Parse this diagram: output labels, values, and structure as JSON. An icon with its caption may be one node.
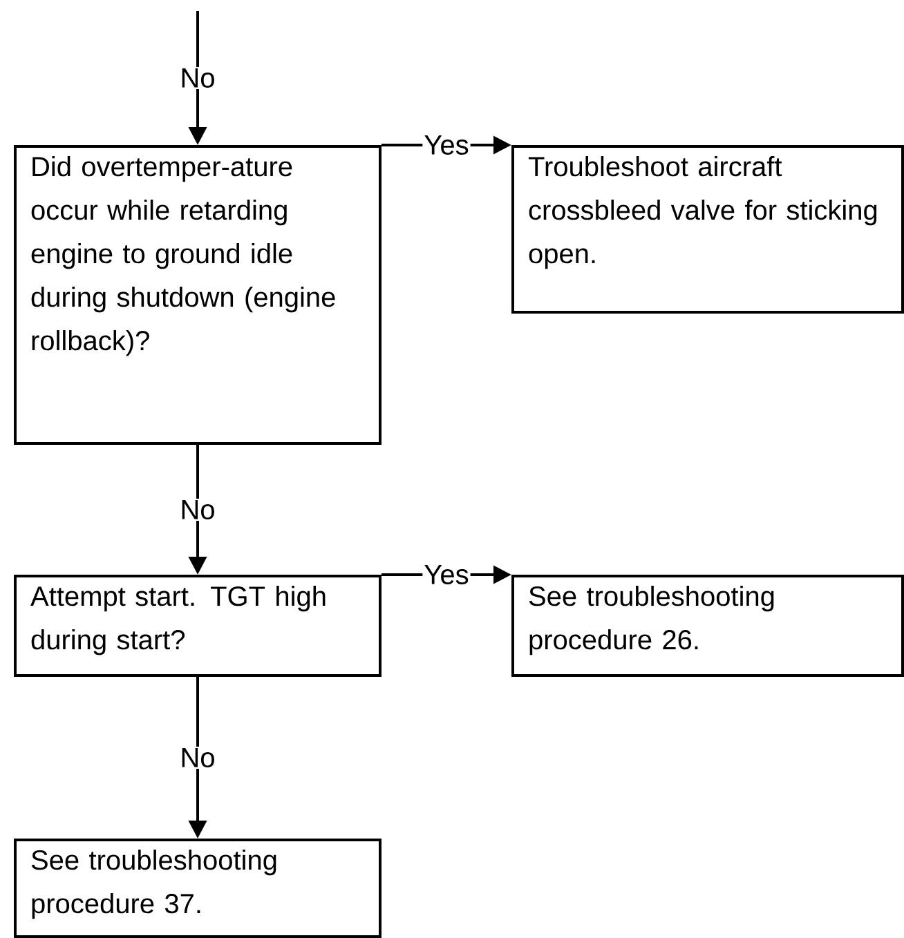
{
  "diagram": {
    "nodes": [
      {
        "text": [
          "Did overtemper-ature occur while retarding engine to ground idle during shutdown (engine rollback)?"
        ]
      },
      {
        "text": [
          "Troubleshoot aircraft crossbleed valve for sticking open."
        ]
      },
      {
        "text": [
          "Attempt start.  TGT high during start?"
        ]
      },
      {
        "text": [
          "See troubleshooting procedure 26."
        ]
      },
      {
        "text": [
          "See troubleshooting procedure 37."
        ]
      }
    ],
    "edges": [
      {
        "from": null,
        "to": 0,
        "arrow": "to",
        "label": "No"
      },
      {
        "from": 0,
        "to": 1,
        "arrow": "to",
        "label": "Yes"
      },
      {
        "from": 0,
        "to": 2,
        "arrow": "to",
        "label": "No"
      },
      {
        "from": 2,
        "to": 3,
        "arrow": "to",
        "label": "Yes"
      },
      {
        "from": 2,
        "to": 4,
        "arrow": "to",
        "label": "No"
      }
    ]
  }
}
